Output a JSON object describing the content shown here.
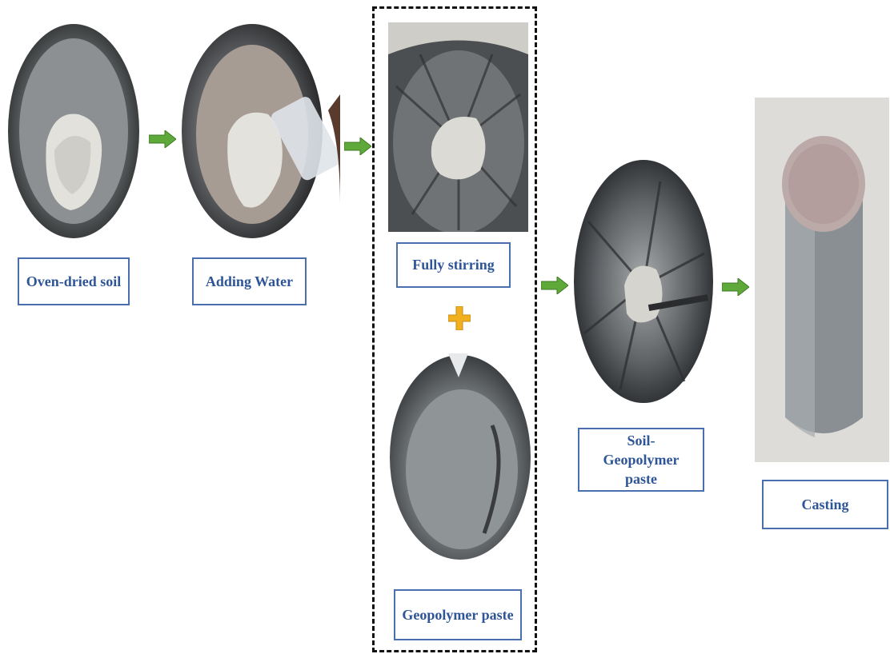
{
  "steps": [
    {
      "label": "Oven-dried soil"
    },
    {
      "label": "Adding Water"
    },
    {
      "label": "Fully stirring"
    },
    {
      "label": "Geopolymer paste"
    },
    {
      "label": "Soil- Geopolymer paste"
    },
    {
      "label": "Casting"
    }
  ],
  "colors": {
    "arrow": "#5fa83a",
    "plus": "#f0b020",
    "label_border": "#4a6fae",
    "label_text": "#2e5597"
  },
  "icons": [
    "right-arrow-icon",
    "plus-icon"
  ]
}
